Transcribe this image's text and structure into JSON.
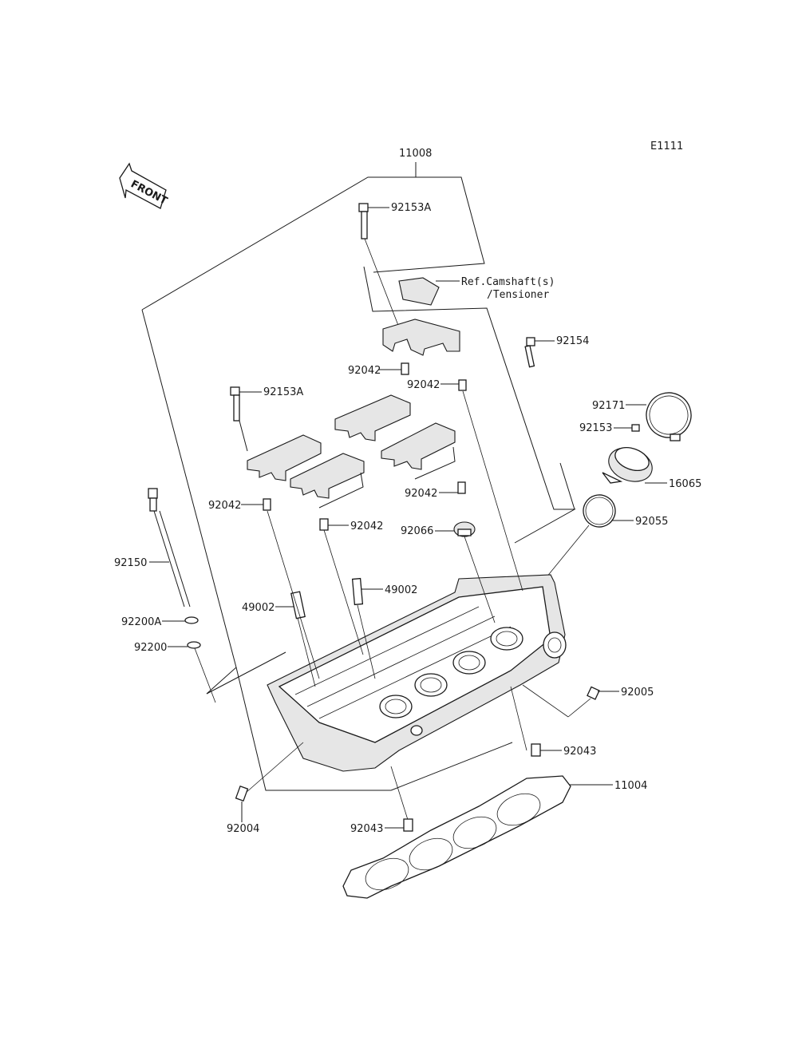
{
  "diagram_code": "E1111",
  "arrow_label": "FRONT",
  "labels": {
    "assembly_11008": "11008",
    "bolt_92153A_top": "92153A",
    "ref_camshaft_line1": "Ref.Camshaft(s)",
    "ref_camshaft_line2": "/Tensioner",
    "bolt_92154": "92154",
    "dowel_92042_a": "92042",
    "dowel_92042_b": "92042",
    "bolt_92153A_left": "92153A",
    "clamp_92171": "92171",
    "screw_92153": "92153",
    "fitting_16065": "16065",
    "dowel_92042_c": "92042",
    "dowel_92042_d": "92042",
    "dowel_92042_e": "92042",
    "oring_92055": "92055",
    "plug_92066": "92066",
    "bolt_92150": "92150",
    "guide_49002_right": "49002",
    "guide_49002_left": "49002",
    "washer_92200A": "92200A",
    "washer_92200": "92200",
    "plug_92005": "92005",
    "dowel_92043_right": "92043",
    "gasket_11004": "11004",
    "stud_92004": "92004",
    "dowel_92043_bottom": "92043"
  }
}
